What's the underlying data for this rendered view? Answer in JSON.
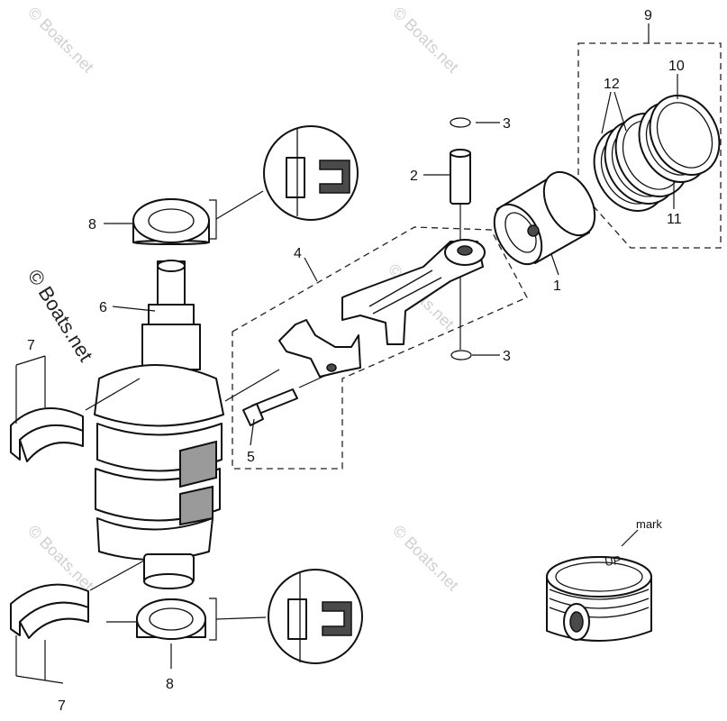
{
  "callouts": {
    "piston": "1",
    "piston_pin": "2",
    "clip_top": "3",
    "clip_bottom": "3",
    "connecting_rod_group": "4",
    "rod_bolt": "5",
    "crankshaft": "6",
    "bearing_top": "7",
    "bearing_bottom": "7",
    "seal_top": "8",
    "seal_bottom": "8",
    "ring_set": "9",
    "ring_top": "10",
    "ring_oil": "11",
    "ring_second": "12"
  },
  "labels": {
    "mark": "mark",
    "piston_up": "UP"
  },
  "watermark": {
    "main": "© Boats.net",
    "faint": "© Boats.net"
  }
}
